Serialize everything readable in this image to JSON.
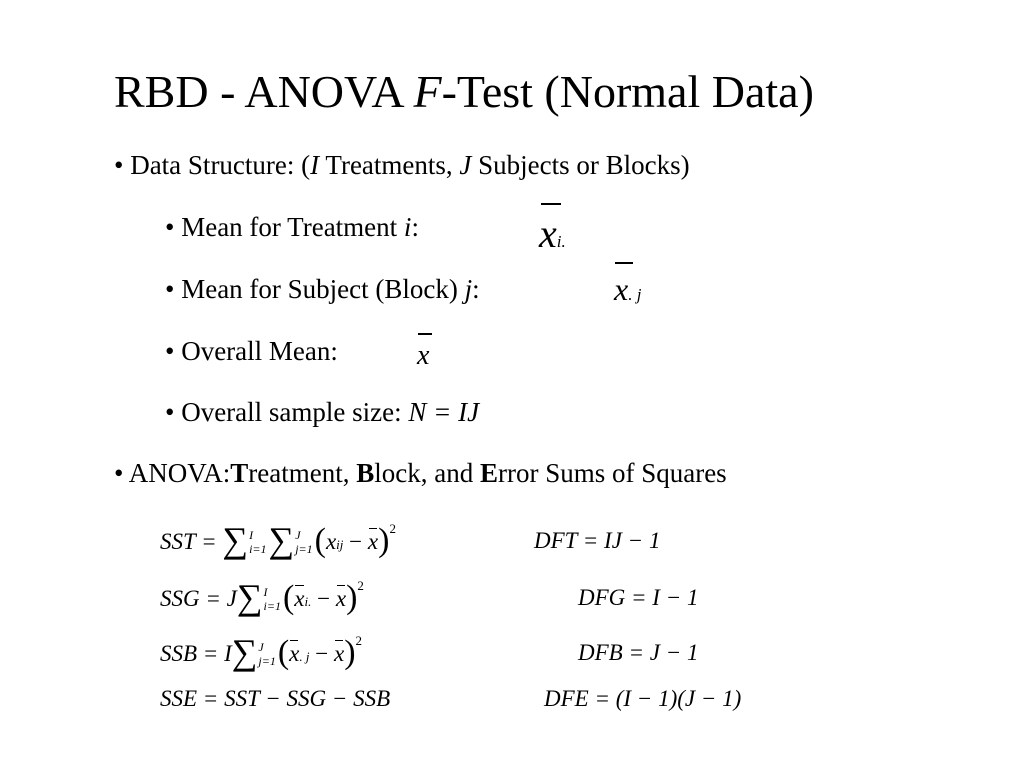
{
  "title": {
    "part1": "RBD - ANOVA ",
    "italic_F": "F",
    "part2": "-Test (Normal Data)"
  },
  "bullets": {
    "data_structure": {
      "marker": "•",
      "text1": "Data Structure: (",
      "I": "I",
      "text2": " Treatments, ",
      "J": "J",
      "text3": " Subjects or Blocks)"
    },
    "mean_treatment": {
      "marker": "•",
      "text": "Mean for Treatment ",
      "var": "i",
      "colon": ":",
      "sym_x": "x",
      "sym_sub": "i."
    },
    "mean_subject": {
      "marker": "•",
      "text": "Mean for Subject (Block) ",
      "var": "j",
      "colon": ":",
      "sym_x": "x",
      "sym_sub": ". j"
    },
    "overall_mean": {
      "marker": "•",
      "text": "Overall Mean:",
      "sym_x": "x"
    },
    "sample_size": {
      "marker": "•",
      "text": "Overall sample size: ",
      "eq": "N = IJ"
    },
    "anova": {
      "marker": "•",
      "text1": "ANOVA:",
      "T": "T",
      "text2": "reatment, ",
      "B": "B",
      "text3": "lock, and ",
      "E": "E",
      "text4": "rror Sums of Squares"
    }
  },
  "formulas": {
    "sst": {
      "lhs": "SST = ",
      "lim1_top": "I",
      "lim1_bot": "i=1",
      "lim2_top": "J",
      "lim2_bot": "j=1",
      "x": "x",
      "x_sub": "ij",
      "minus": " − ",
      "xbar": "x",
      "sq": "2",
      "df": "DFT = IJ − 1"
    },
    "ssg": {
      "lhs": "SSG = J",
      "lim_top": "I",
      "lim_bot": "i=1",
      "x": "x",
      "x_sub": "i.",
      "minus": " − ",
      "xbar": "x",
      "sq": "2",
      "df": "DFG = I − 1"
    },
    "ssb": {
      "lhs": "SSB = I",
      "lim_top": "J",
      "lim_bot": "j=1",
      "x": "x",
      "x_sub": ". j",
      "minus": " − ",
      "xbar": "x",
      "sq": "2",
      "df": "DFB = J − 1"
    },
    "sse": {
      "lhs": "SSE = SST − SSG − SSB",
      "df": "DFE = (I − 1)(J − 1)"
    }
  }
}
